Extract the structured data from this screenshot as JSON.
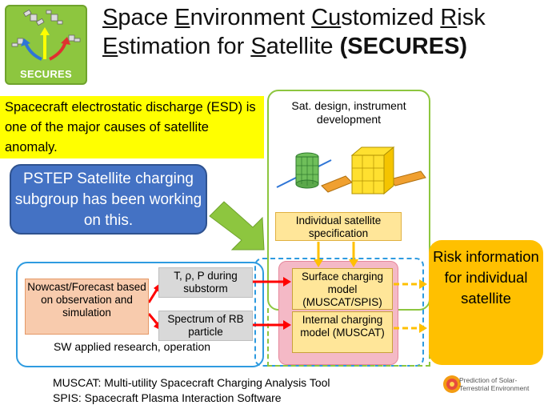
{
  "logo": {
    "label": "SECURES"
  },
  "title": {
    "line1": [
      {
        "t": "S",
        "u": true
      },
      {
        "t": "pace ",
        "u": false
      },
      {
        "t": "E",
        "u": true
      },
      {
        "t": "nvironment ",
        "u": false
      },
      {
        "t": "Cu",
        "u": true
      },
      {
        "t": "stomized ",
        "u": false
      },
      {
        "t": "R",
        "u": true
      },
      {
        "t": "isk",
        "u": false
      }
    ],
    "line2": [
      {
        "t": "E",
        "u": true
      },
      {
        "t": "stimation for ",
        "u": false
      },
      {
        "t": "S",
        "u": true
      },
      {
        "t": "atellite ",
        "u": false
      }
    ],
    "acronym": "(SECURES)"
  },
  "intro_text": "Spacecraft electrostatic discharge (ESD) is one of the major causes of satellite anomaly.",
  "pstep_text": "PSTEP Satellite charging subgroup has been working on this.",
  "sat_design": "Sat. design, instrument development",
  "spec_box": "Individual satellite specification",
  "nowcast_box": "Nowcast/Forecast based on observation and simulation",
  "trho_box": "T, ρ, P during substorm",
  "spectrum_box": "Spectrum of RB particle",
  "sw_label": "SW applied research, operation",
  "surface_model": "Surface charging model (MUSCAT/SPIS)",
  "internal_model": "Internal charging model (MUSCAT)",
  "risk_box": "Risk information for individual satellite",
  "footnotes": [
    "MUSCAT: Multi-utility Spacecraft Charging Analysis Tool",
    "SPIS: Spacecraft Plasma Interaction Software"
  ],
  "pste_logo_text": "Prediction of Solar-Terrestrial Environment",
  "colors": {
    "logo_green": "#8dc63f",
    "yellow": "#ffff00",
    "blue": "#4472c4",
    "orange_risk": "#ffc000",
    "arrow_red": "#ff0000",
    "arrow_yellow": "#ffc000",
    "arrow_green": "#8dc63f",
    "sw_blue": "#2e9be0"
  }
}
